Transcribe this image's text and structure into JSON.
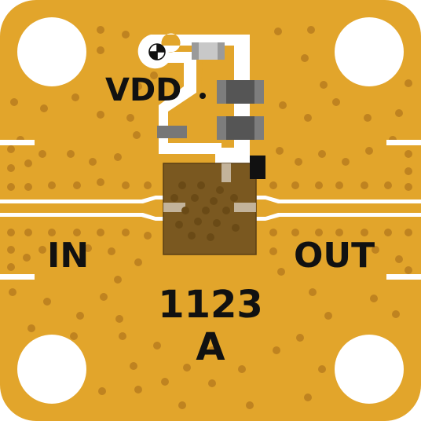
{
  "board": {
    "colors": {
      "substrate": "#e2a52b",
      "trace": "#ffffff",
      "via": "#bf8320",
      "silkscreen": "#111111",
      "chip": "#7a5820",
      "chip_border": "#5b3f14",
      "resistor": "#555555",
      "capacitor_end": "#9a9a9a"
    },
    "labels": {
      "supply": "VDD",
      "input": "IN",
      "output": "OUT",
      "part_number": "1123",
      "revision": "A"
    },
    "mounting_holes": [
      "top-left",
      "top-right",
      "bottom-left",
      "bottom-right"
    ],
    "components": [
      {
        "name": "capacitor-top",
        "type": "capacitor"
      },
      {
        "name": "resistor-upper",
        "type": "resistor"
      },
      {
        "name": "capacitor-lower",
        "type": "capacitor"
      },
      {
        "name": "capacitor-small",
        "type": "capacitor"
      },
      {
        "name": "amplifier-chip",
        "type": "ic"
      }
    ],
    "icons": {
      "ground_pad": "ground-symbol-icon",
      "pin1_marker": "pin1-marker-icon"
    }
  }
}
